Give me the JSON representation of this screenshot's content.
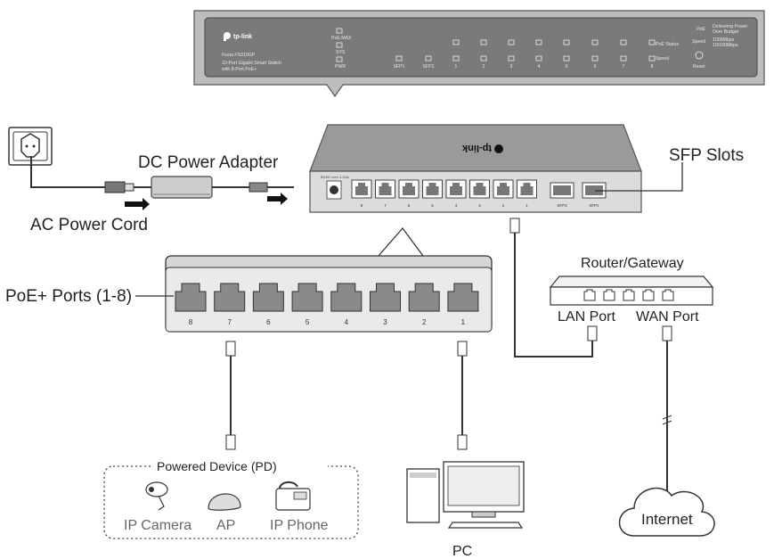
{
  "front_panel": {
    "brand": "tp-link",
    "model": "Festa FS310GP",
    "desc_line1": "10-Port Gigabit Smart Switch",
    "desc_line2": "with 8-Port PoE+",
    "led_poe_max": "PoE MAX",
    "led_sys": "SYS",
    "led_pwr": "PWR",
    "port_leds": [
      "SFP1",
      "SFP2",
      "1",
      "2",
      "3",
      "4",
      "5",
      "6",
      "7",
      "8"
    ],
    "poe_status": "PoE Status",
    "speed": "Speed",
    "legend_poe": "PoE",
    "legend_delivering": "Delivering Power",
    "legend_over_budget": "Over Budget",
    "legend_speed": "Speed",
    "legend_1000": "1000Mbps",
    "legend_10_100": "10/100Mbps",
    "reset": "Reset"
  },
  "rear_panel": {
    "brand": "tp-link",
    "power_spec": "53.5V ═══ 1.21A",
    "port_labels": [
      "8",
      "7",
      "6",
      "5",
      "4",
      "3",
      "2",
      "1"
    ],
    "sfp_labels": [
      "SFP2",
      "SFP1"
    ]
  },
  "labels": {
    "dc_power_adapter": "DC Power Adapter",
    "ac_power_cord": "AC Power Cord",
    "sfp_slots": "SFP Slots",
    "poe_ports": "PoE+ Ports (1-8)",
    "router_gateway": "Router/Gateway",
    "lan_port": "LAN Port",
    "wan_port": "WAN Port",
    "powered_device": "Powered Device (PD)",
    "ip_camera": "IP Camera",
    "ap": "AP",
    "ip_phone": "IP Phone",
    "pc": "PC",
    "internet": "Internet"
  },
  "zoom_port_labels": [
    "8",
    "7",
    "6",
    "5",
    "4",
    "3",
    "2",
    "1"
  ]
}
